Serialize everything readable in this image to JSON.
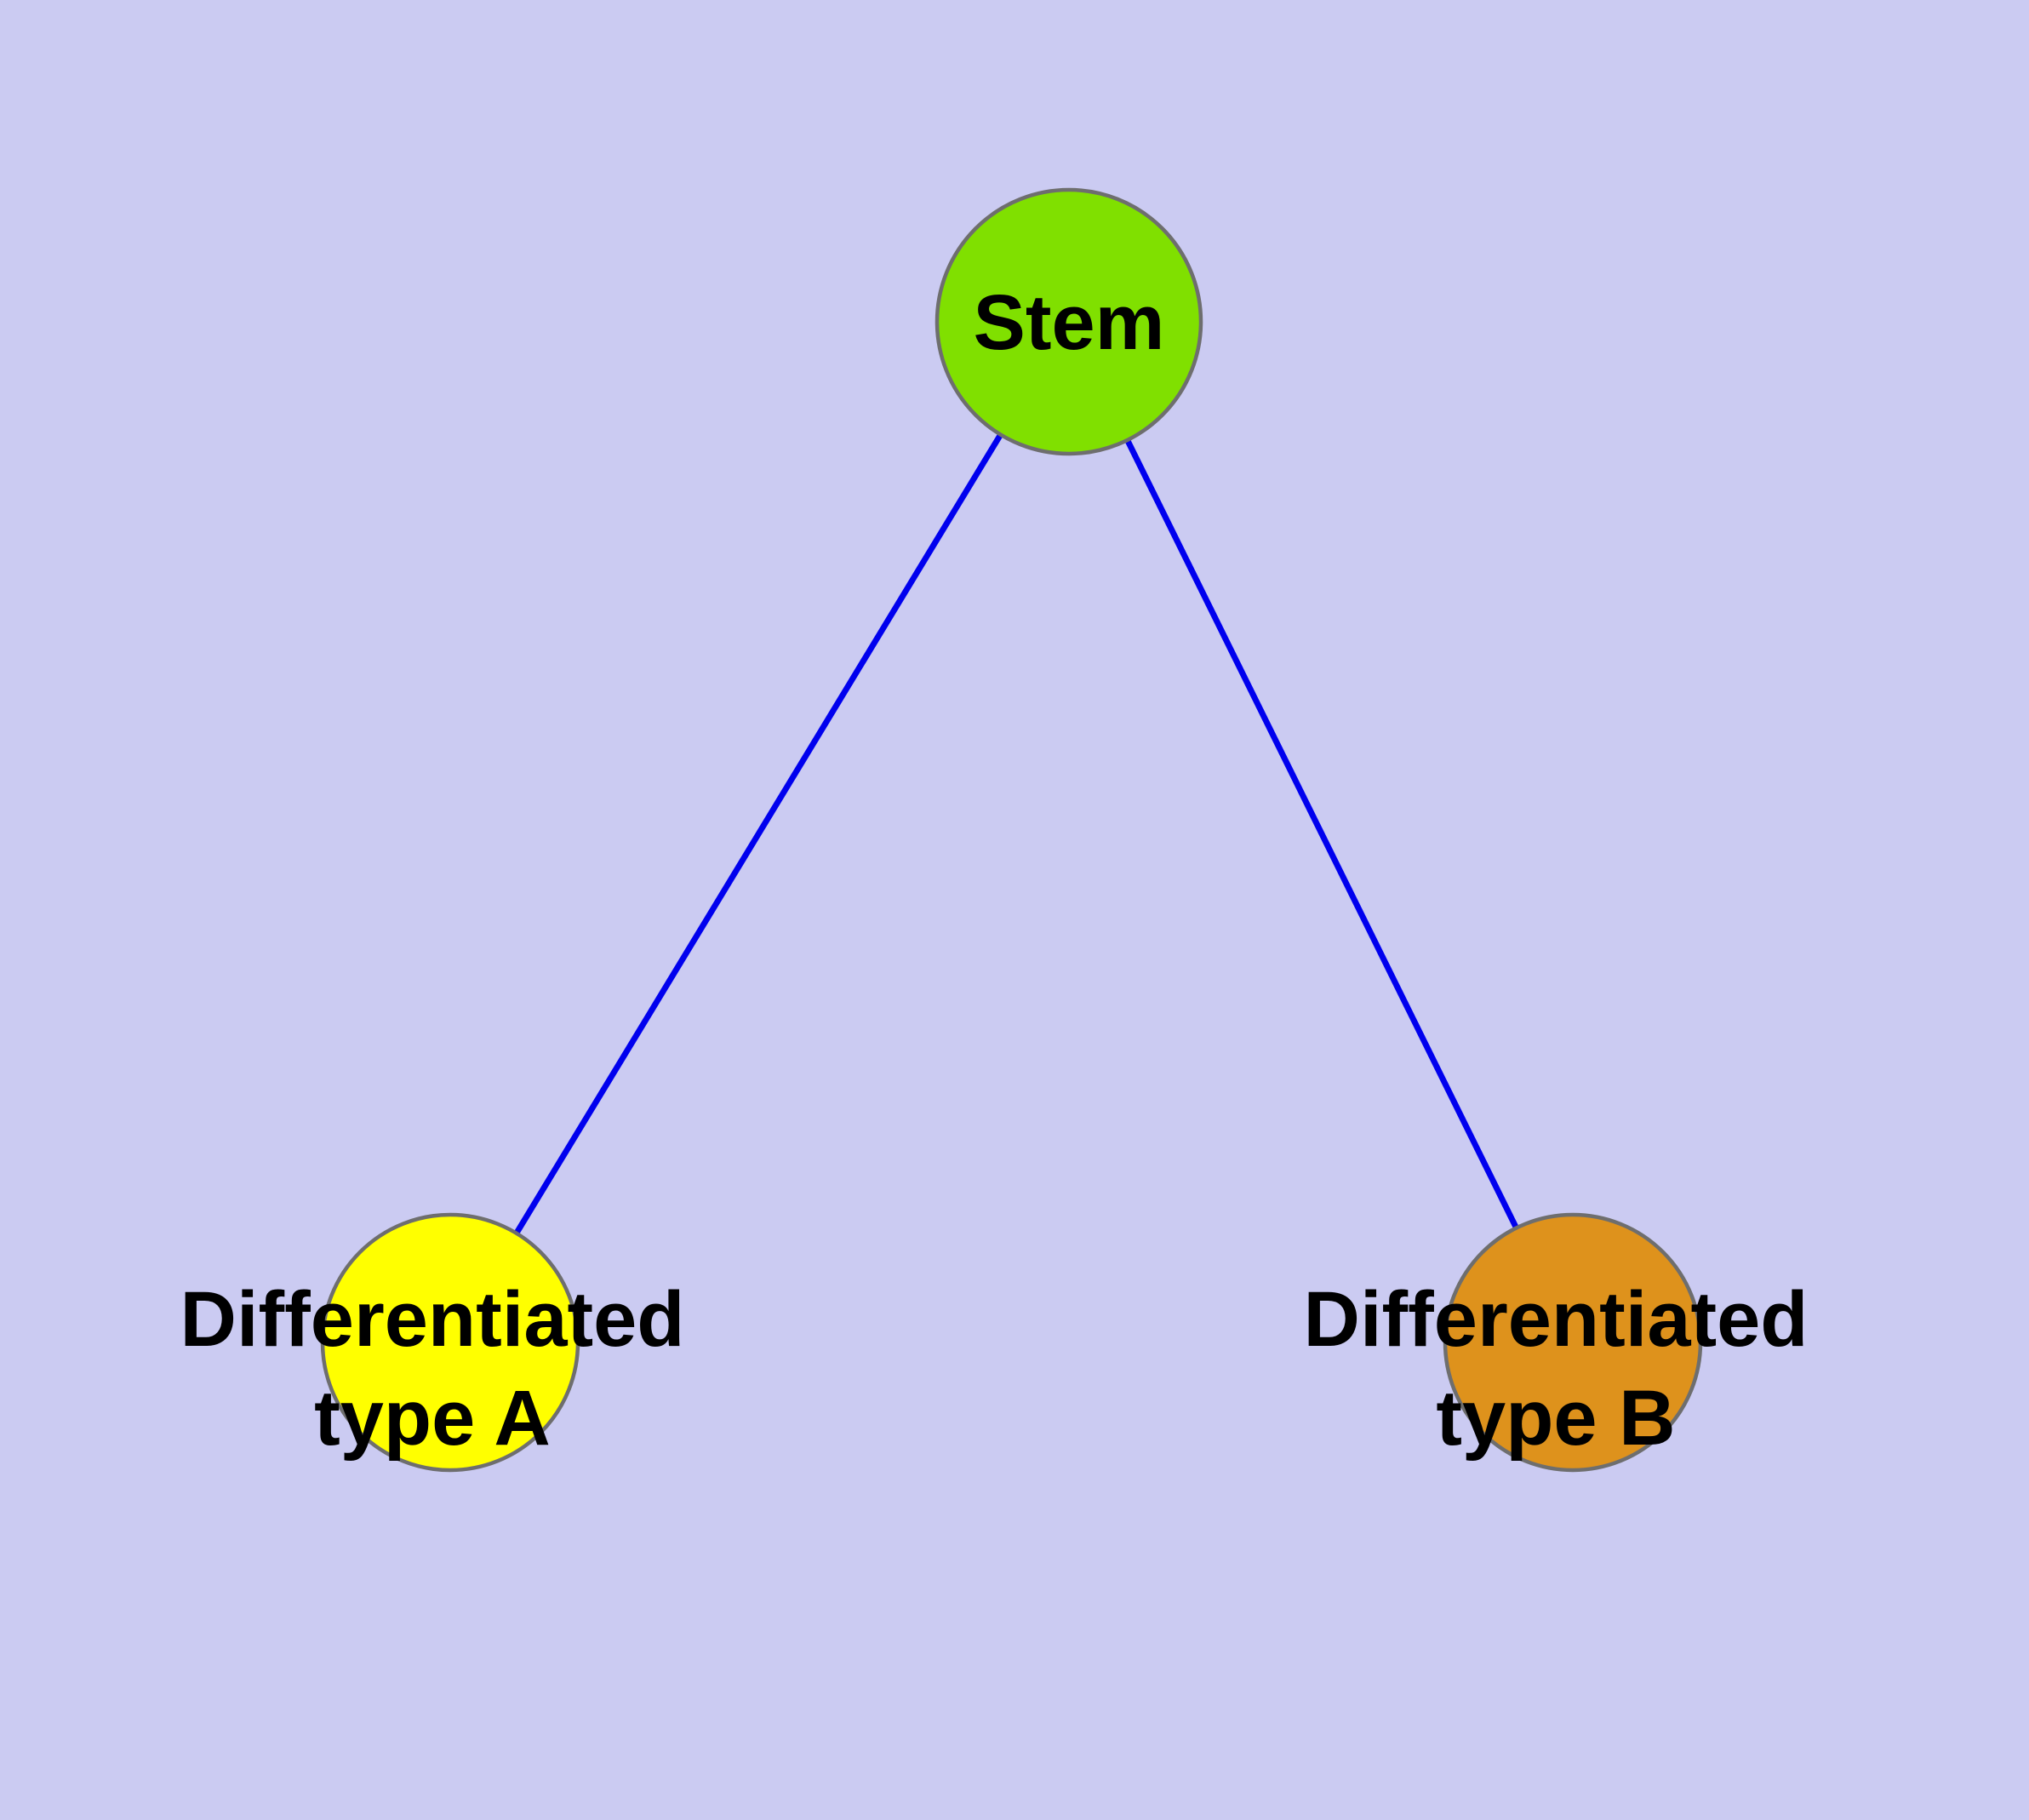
{
  "diagram": {
    "background_color": "#cbcbf2",
    "edge_color": "#0000ee",
    "node_stroke_color": "#6e6e6e",
    "label_color": "#000000",
    "nodes": [
      {
        "id": "stem",
        "label": "Stem",
        "fill": "#80e000"
      },
      {
        "id": "differentiated-type-a",
        "label_line1": "Differentiated",
        "label_line2": "type A",
        "fill": "#ffff00"
      },
      {
        "id": "differentiated-type-b",
        "label_line1": "Differentiated",
        "label_line2": "type B",
        "fill": "#de921c"
      }
    ],
    "edges": [
      {
        "from": "stem",
        "to": "differentiated-type-a"
      },
      {
        "from": "stem",
        "to": "differentiated-type-b"
      }
    ]
  }
}
